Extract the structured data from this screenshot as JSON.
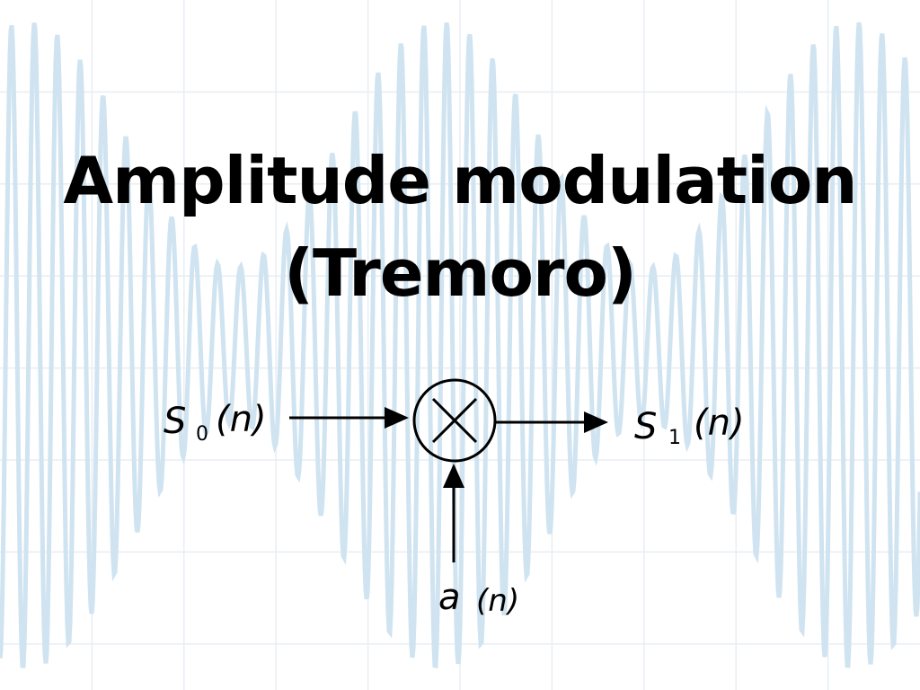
{
  "title": {
    "line1": "Amplitude modulation",
    "line2": "(Tremoro)"
  },
  "diagram": {
    "input_label": {
      "base": "S",
      "sub": "0",
      "arg": "(n)"
    },
    "output_label": {
      "base": "S",
      "sub": "1",
      "arg": "(n)"
    },
    "modulator_label": {
      "base": "a",
      "arg": "(n)"
    },
    "operator_icon": "multiply-circle-icon"
  },
  "colors": {
    "background": "#ffffff",
    "grid": "#e8eef3",
    "wave": "#cfe3f0",
    "ink": "#000000"
  }
}
